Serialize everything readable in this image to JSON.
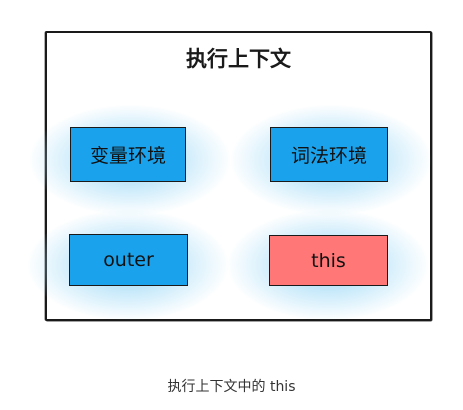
{
  "diagram": {
    "title": "执行上下文",
    "boxes": [
      {
        "label": "变量环境",
        "color": "#1aa3ec"
      },
      {
        "label": "词法环境",
        "color": "#1aa3ec"
      },
      {
        "label": "outer",
        "color": "#1aa3ec"
      },
      {
        "label": "this",
        "color": "#ff7777"
      }
    ]
  },
  "caption": "执行上下文中的 this"
}
